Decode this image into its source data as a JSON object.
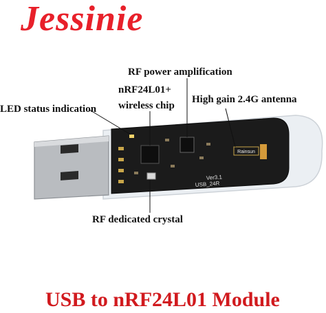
{
  "brand": {
    "name": "Jessinie"
  },
  "callouts": {
    "rf_power_amplification": "RF power amplification",
    "nrf24l01_line1": "nRF24L01+",
    "nrf24l01_line2": "wireless chip",
    "high_gain_antenna": "High gain 2.4G antenna",
    "led_status": "LED status indication",
    "rf_crystal": "RF dedicated crystal"
  },
  "board": {
    "version_text": "Ver3.1",
    "model_text": "USB_24R",
    "antenna_brand": "Rainsun"
  },
  "product": {
    "title": "USB to nRF24L01 Module"
  },
  "colors": {
    "brand_red": "#e8202a",
    "title_red": "#d11a1e",
    "pcb_black": "#1b1b1b",
    "casing": "#e9eef2",
    "usb_metal": "#b9bcc0"
  }
}
